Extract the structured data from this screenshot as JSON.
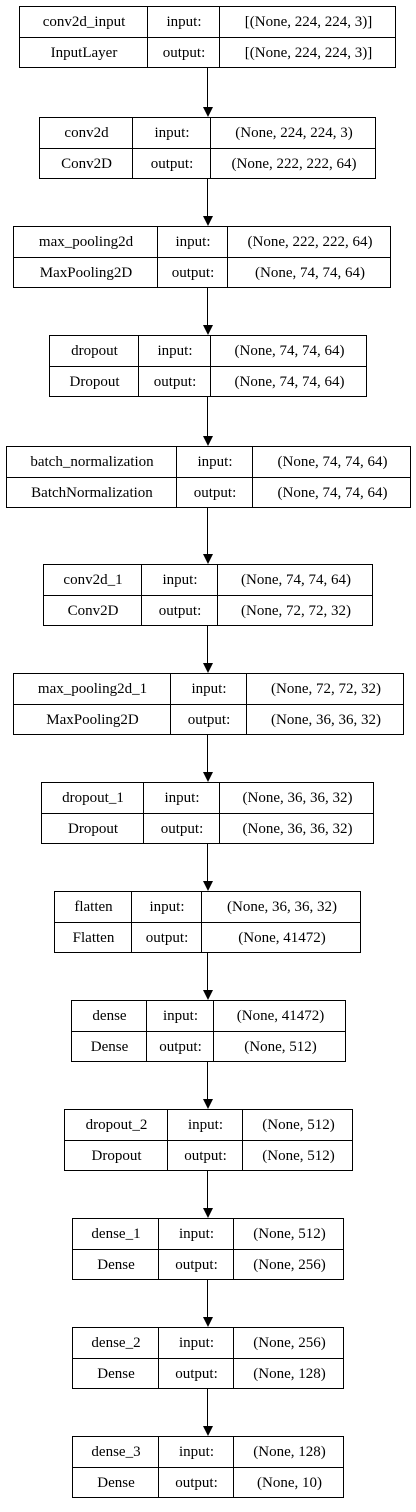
{
  "labels": {
    "input": "input:",
    "output": "output:"
  },
  "layers": [
    {
      "name": "conv2d_input",
      "type": "InputLayer",
      "input": "[(None, 224, 224, 3)]",
      "output": "[(None, 224, 224, 3)]"
    },
    {
      "name": "conv2d",
      "type": "Conv2D",
      "input": "(None, 224, 224, 3)",
      "output": "(None, 222, 222, 64)"
    },
    {
      "name": "max_pooling2d",
      "type": "MaxPooling2D",
      "input": "(None, 222, 222, 64)",
      "output": "(None, 74, 74, 64)"
    },
    {
      "name": "dropout",
      "type": "Dropout",
      "input": "(None, 74, 74, 64)",
      "output": "(None, 74, 74, 64)"
    },
    {
      "name": "batch_normalization",
      "type": "BatchNormalization",
      "input": "(None, 74, 74, 64)",
      "output": "(None, 74, 74, 64)"
    },
    {
      "name": "conv2d_1",
      "type": "Conv2D",
      "input": "(None, 74, 74, 64)",
      "output": "(None, 72, 72, 32)"
    },
    {
      "name": "max_pooling2d_1",
      "type": "MaxPooling2D",
      "input": "(None, 72, 72, 32)",
      "output": "(None, 36, 36, 32)"
    },
    {
      "name": "dropout_1",
      "type": "Dropout",
      "input": "(None, 36, 36, 32)",
      "output": "(None, 36, 36, 32)"
    },
    {
      "name": "flatten",
      "type": "Flatten",
      "input": "(None, 36, 36, 32)",
      "output": "(None, 41472)"
    },
    {
      "name": "dense",
      "type": "Dense",
      "input": "(None, 41472)",
      "output": "(None, 512)"
    },
    {
      "name": "dropout_2",
      "type": "Dropout",
      "input": "(None, 512)",
      "output": "(None, 512)"
    },
    {
      "name": "dense_1",
      "type": "Dense",
      "input": "(None, 512)",
      "output": "(None, 256)"
    },
    {
      "name": "dense_2",
      "type": "Dense",
      "input": "(None, 256)",
      "output": "(None, 128)"
    },
    {
      "name": "dense_3",
      "type": "Dense",
      "input": "(None, 128)",
      "output": "(None, 10)"
    }
  ]
}
